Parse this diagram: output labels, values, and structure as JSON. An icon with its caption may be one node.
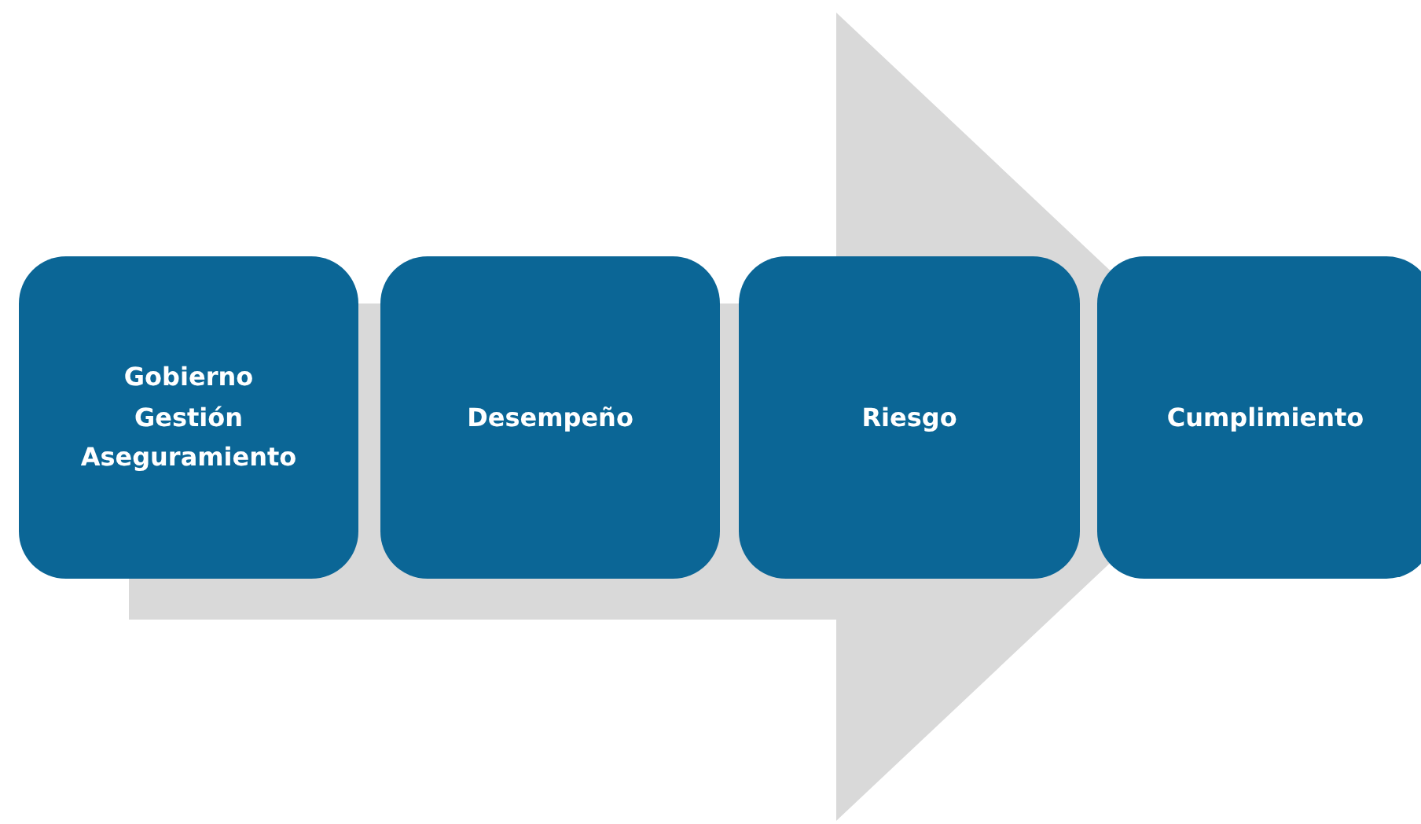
{
  "diagram": {
    "nodes": [
      {
        "text": [
          "Gobierno",
          "Gestión",
          "Aseguramiento"
        ]
      },
      {
        "text": [
          "Desempeño"
        ]
      },
      {
        "text": [
          "Riesgo"
        ]
      },
      {
        "text": [
          "Cumplimiento"
        ]
      }
    ],
    "edges": [
      {
        "from": 0,
        "to": 3,
        "arrow": "to"
      }
    ]
  }
}
